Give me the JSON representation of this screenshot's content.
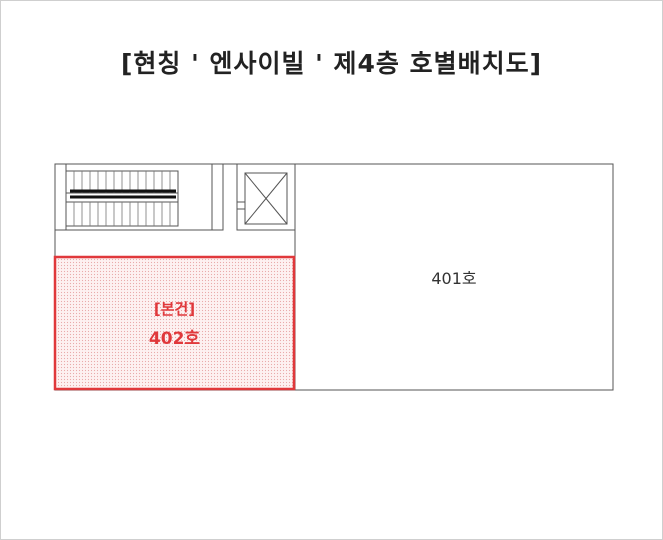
{
  "title": "[현칭 ' 엔사이빌 ' 제4층 호별배치도]",
  "units": {
    "unit_401": {
      "label": "401호"
    },
    "unit_402": {
      "tag": "[본건]",
      "label": "402호"
    }
  },
  "colors": {
    "line": "#555555",
    "highlight": "#e0383b",
    "highlight_fill": "#fbe3e3",
    "unit_401_text": "#333333"
  }
}
